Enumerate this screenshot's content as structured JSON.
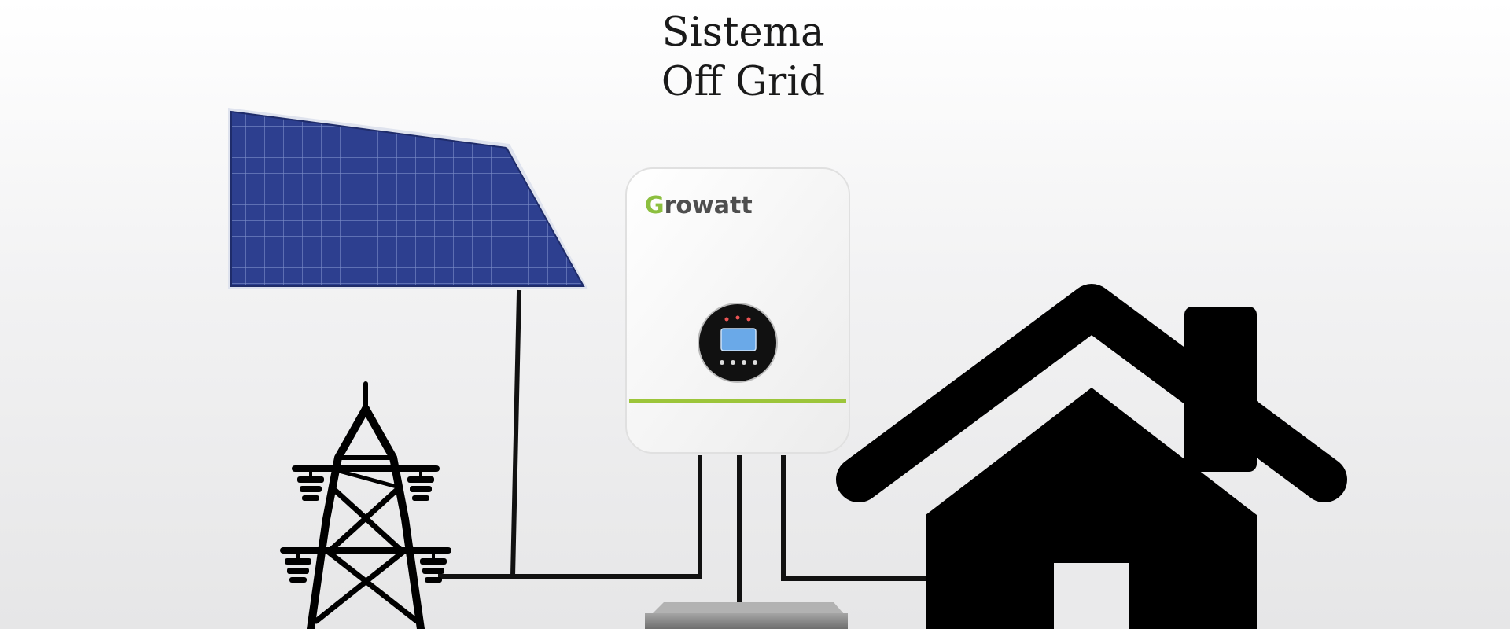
{
  "diagram": {
    "title_line1": "Sistema",
    "title_line2": "Off Grid",
    "inverter_brand_initial": "G",
    "inverter_brand_rest": "rowatt"
  },
  "colors": {
    "panel": "#2d3f8f",
    "panel_grid": "#9fb0e0",
    "inverter_body": "#f8f8f8",
    "inverter_accent": "#9cc53a",
    "brand_green": "#8cbf3f",
    "wire": "#111111",
    "house": "#000000",
    "battery": "#8a8a8a"
  },
  "icons": [
    "solar-panel-icon",
    "power-tower-icon",
    "inverter-icon",
    "battery-icon",
    "house-icon"
  ]
}
